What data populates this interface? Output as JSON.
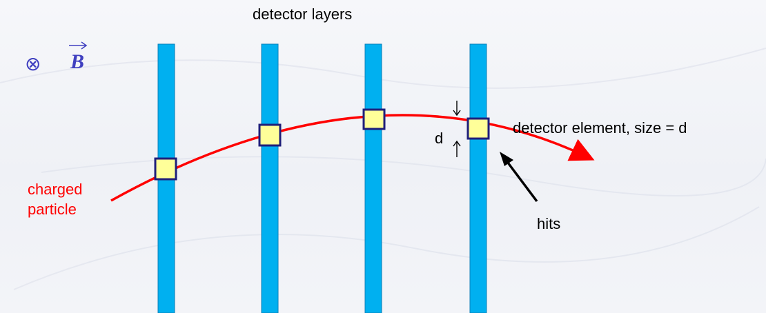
{
  "diagram": {
    "title": "detector layers",
    "field_symbol": "⊗",
    "field_label": "B",
    "particle_label_line1": "charged",
    "particle_label_line2": "particle",
    "element_label": "detector element, size = d",
    "hits_label": "hits",
    "size_label": "d",
    "colors": {
      "layer": "#00b0f0",
      "hit_fill": "#ffff99",
      "hit_border": "#1f1f7a",
      "track": "#ff0000",
      "field": "#4040c0",
      "particle_text": "#ff0000",
      "arrow": "#000000"
    }
  }
}
